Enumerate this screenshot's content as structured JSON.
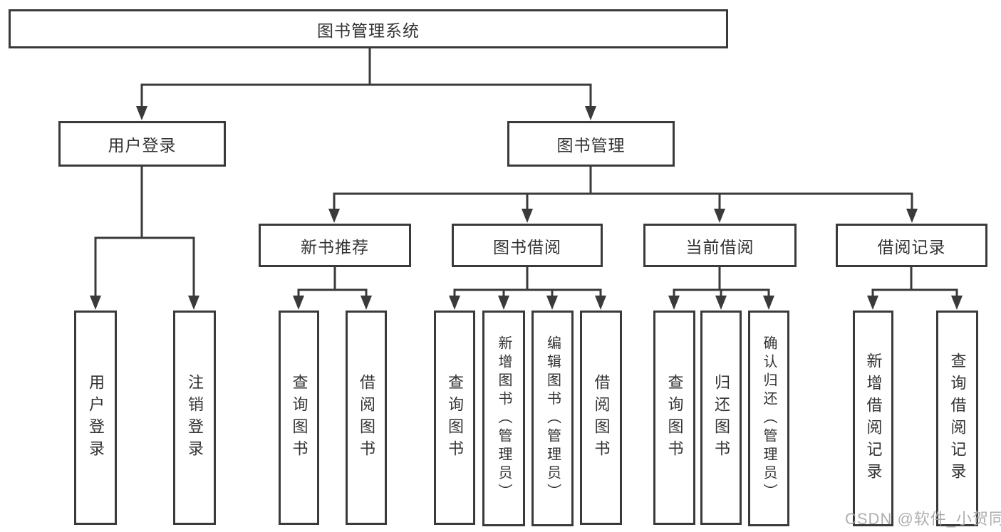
{
  "diagram": {
    "line_color": "#3a3a3a",
    "text_color": "#333333",
    "background": "#ffffff",
    "tree": {
      "label": "图书管理系统",
      "children": [
        {
          "label": "用户登录",
          "children": [
            {
              "label": "用户登录"
            },
            {
              "label": "注销登录"
            }
          ]
        },
        {
          "label": "图书管理",
          "children": [
            {
              "label": "新书推荐",
              "children": [
                {
                  "label": "查询图书"
                },
                {
                  "label": "借阅图书"
                }
              ]
            },
            {
              "label": "图书借阅",
              "children": [
                {
                  "label": "查询图书"
                },
                {
                  "label": "新增图书（管理员）"
                },
                {
                  "label": "编辑图书（管理员）"
                },
                {
                  "label": "借阅图书"
                }
              ]
            },
            {
              "label": "当前借阅",
              "children": [
                {
                  "label": "查询图书"
                },
                {
                  "label": "归还图书"
                },
                {
                  "label": "确认归还（管理员）"
                }
              ]
            },
            {
              "label": "借阅记录",
              "children": [
                {
                  "label": "新增借阅记录"
                },
                {
                  "label": "查询借阅记录"
                }
              ]
            }
          ]
        }
      ]
    }
  },
  "watermark": {
    "text": "CSDN @软件_小贺同学",
    "color": "#a6a6a6"
  }
}
